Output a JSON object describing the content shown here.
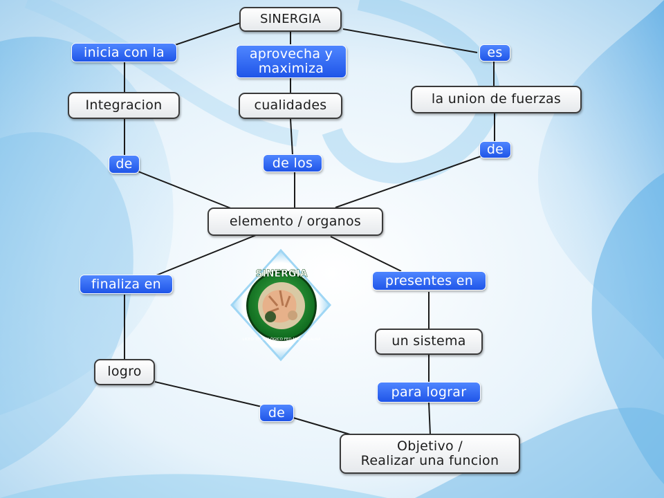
{
  "colors": {
    "link_fill": "#2a62f0",
    "node_fill": "#f1f3f5",
    "line": "#1a1a1a",
    "logo_green": "#1e8b2a"
  },
  "nodes": {
    "sinergia": "SINERGIA",
    "integracion": "Integracion",
    "cualidades": "cualidades",
    "union_fuerzas": "la union de fuerzas",
    "elemento": "elemento / organos",
    "sistema": "un sistema",
    "logro": "logro",
    "objetivo_line1": "Objetivo /",
    "objetivo_line2": "Realizar una funcion"
  },
  "links": {
    "inicia": "inicia con la",
    "aprovecha_line1": "aprovecha y",
    "aprovecha_line2": "maximiza",
    "es": "es",
    "de_left": "de",
    "de_los": "de los",
    "de_right": "de",
    "finaliza": "finaliza en",
    "presentes": "presentes en",
    "para_lograr": "para lograr",
    "de_bottom": "de"
  },
  "logo": {
    "icon": "sinergia-logo-icon",
    "word": "SINERGIA",
    "ring_text": "LICEO TECNOLÓGICO FED MADRE LAURA"
  }
}
